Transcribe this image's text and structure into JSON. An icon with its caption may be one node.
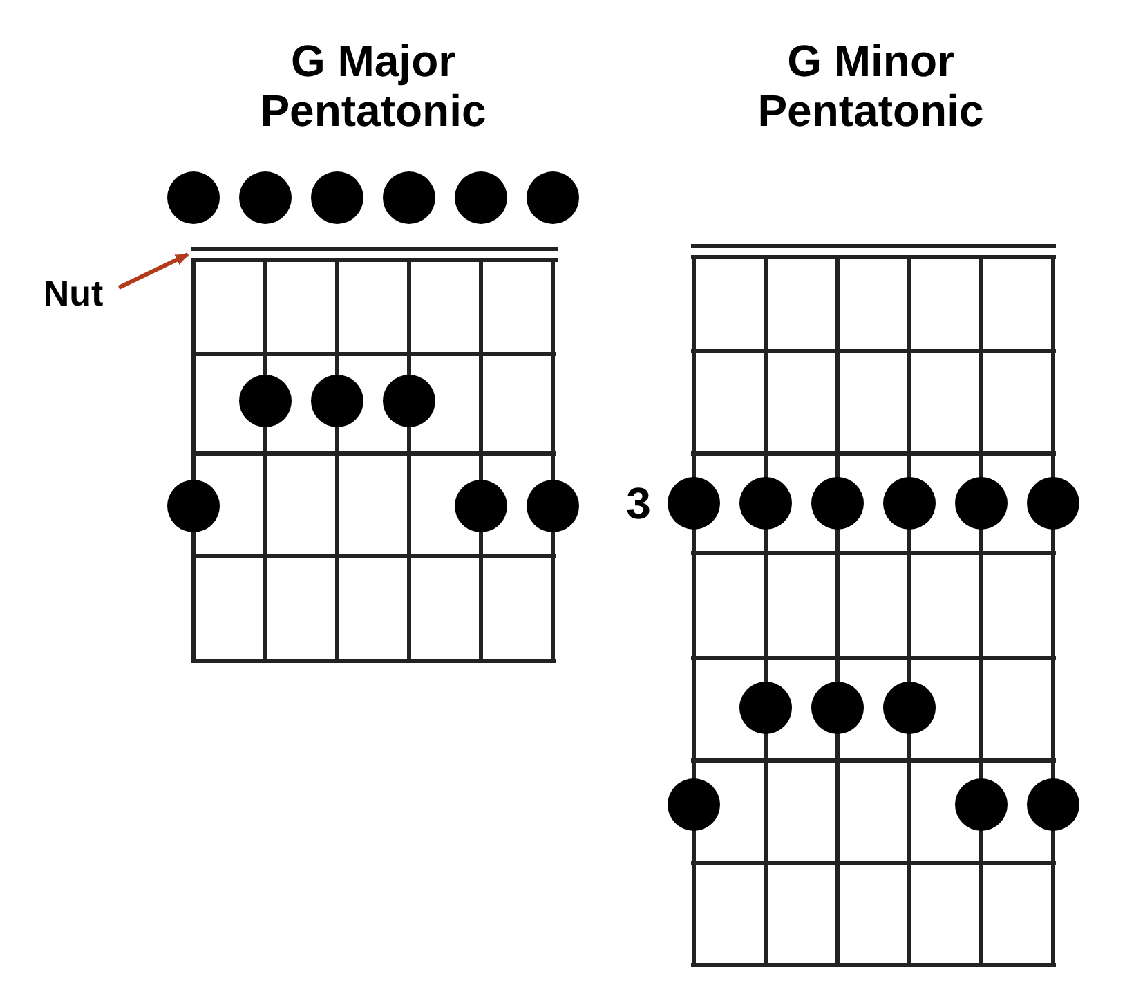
{
  "diagram": {
    "nodes": [
      {
        "text": [
          "Nut"
        ]
      },
      {
        "text": [],
        "shape": "bar"
      }
    ],
    "edges": [
      {
        "from": 0,
        "to": 1,
        "arrow": "to",
        "color": "#b33a1a"
      }
    ],
    "labels": [
      "G Major Pentatonic",
      "G Minor Pentatonic",
      "3"
    ]
  }
}
